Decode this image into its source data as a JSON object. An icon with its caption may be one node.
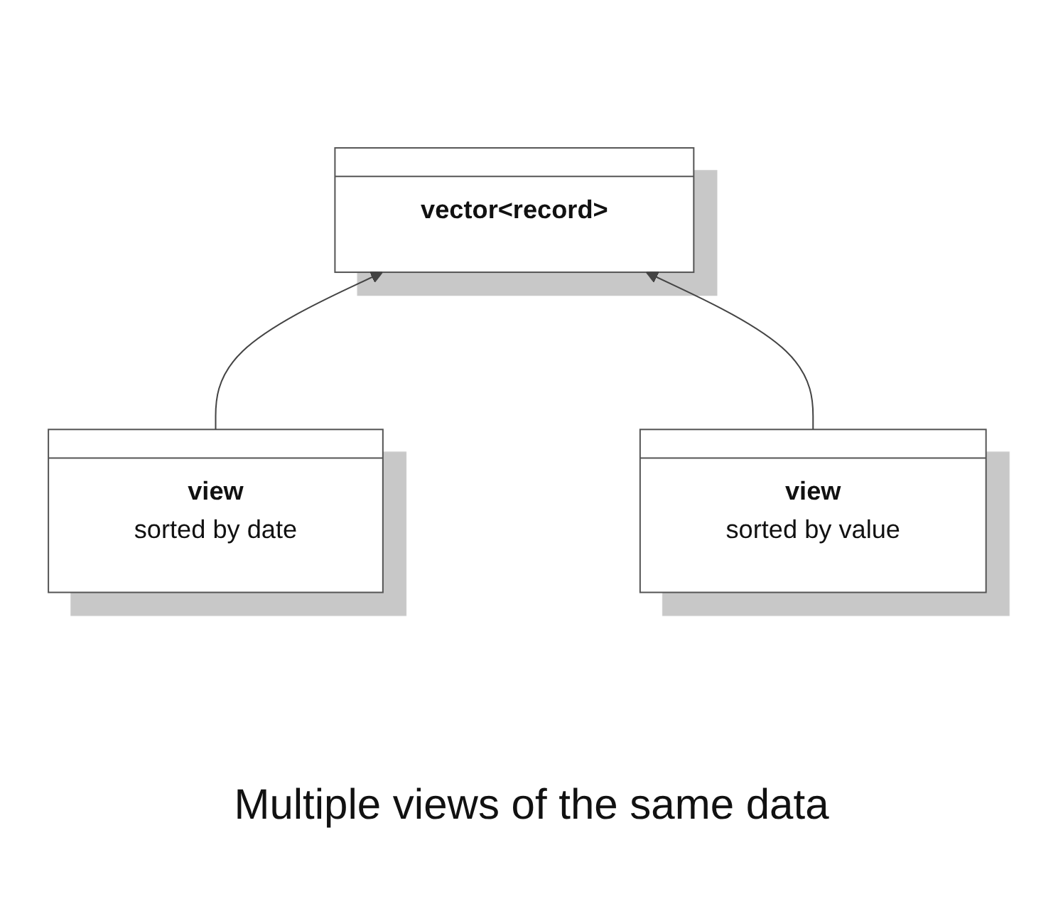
{
  "diagram": {
    "caption": "Multiple views of the same data",
    "nodes": [
      {
        "text": [
          "vector<record>"
        ]
      },
      {
        "text": [
          "view",
          "sorted by date"
        ]
      },
      {
        "text": [
          "view",
          "sorted by value"
        ]
      }
    ],
    "edges": [
      {
        "from": 1,
        "to": 0,
        "arrow": "to"
      },
      {
        "from": 2,
        "to": 0,
        "arrow": "to"
      }
    ]
  }
}
